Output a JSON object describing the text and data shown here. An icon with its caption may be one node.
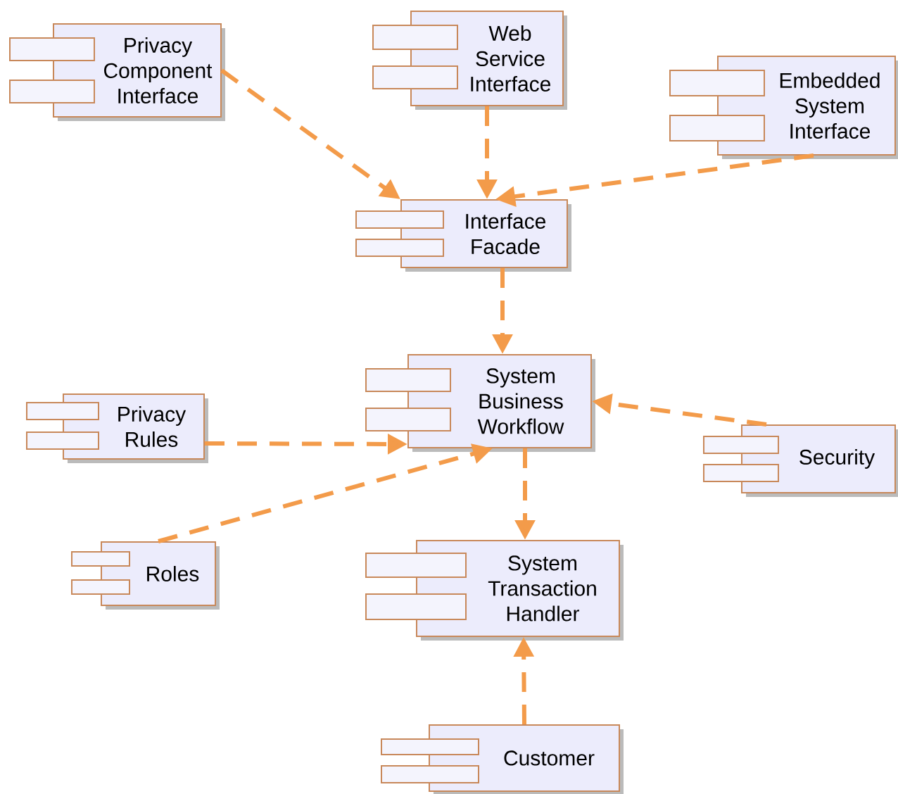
{
  "diagram": {
    "nodes": [
      {
        "text": [
          "Privacy Component Interface"
        ]
      },
      {
        "text": [
          "Web Service Interface"
        ]
      },
      {
        "text": [
          "Embedded System Interface"
        ]
      },
      {
        "text": [
          "Interface Facade"
        ]
      },
      {
        "text": [
          "System Business Workflow"
        ]
      },
      {
        "text": [
          "Privacy Rules"
        ]
      },
      {
        "text": [
          "Security"
        ]
      },
      {
        "text": [
          "Roles"
        ]
      },
      {
        "text": [
          "System Transaction Handler"
        ]
      },
      {
        "text": [
          "Customer"
        ]
      }
    ],
    "edges": [
      {
        "from": 0,
        "to": 3,
        "arrow": "to",
        "style": "dashed"
      },
      {
        "from": 1,
        "to": 3,
        "arrow": "to",
        "style": "dashed"
      },
      {
        "from": 2,
        "to": 3,
        "arrow": "to",
        "style": "dashed"
      },
      {
        "from": 3,
        "to": 4,
        "arrow": "to",
        "style": "dashed"
      },
      {
        "from": 5,
        "to": 4,
        "arrow": "to",
        "style": "dashed"
      },
      {
        "from": 7,
        "to": 4,
        "arrow": "to",
        "style": "dashed"
      },
      {
        "from": 6,
        "to": 4,
        "arrow": "to",
        "style": "dashed"
      },
      {
        "from": 4,
        "to": 8,
        "arrow": "to",
        "style": "dashed"
      },
      {
        "from": 9,
        "to": 8,
        "arrow": "to",
        "style": "dashed"
      }
    ]
  }
}
